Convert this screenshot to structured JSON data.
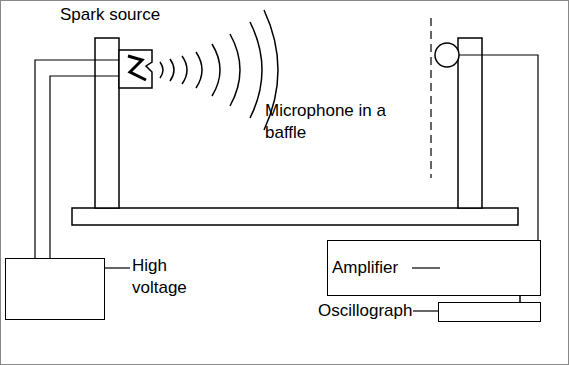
{
  "diagram": {
    "nodes": [
      {
        "text": [
          "High voltage"
        ]
      },
      {
        "text": [
          "Amplifier"
        ]
      },
      {
        "text": [
          "Oscillograph"
        ]
      }
    ],
    "edges": [
      {
        "from": 1,
        "to": 2,
        "arrow": "none"
      }
    ],
    "labels": [
      "Spark source",
      "Microphone in a baffle"
    ]
  }
}
